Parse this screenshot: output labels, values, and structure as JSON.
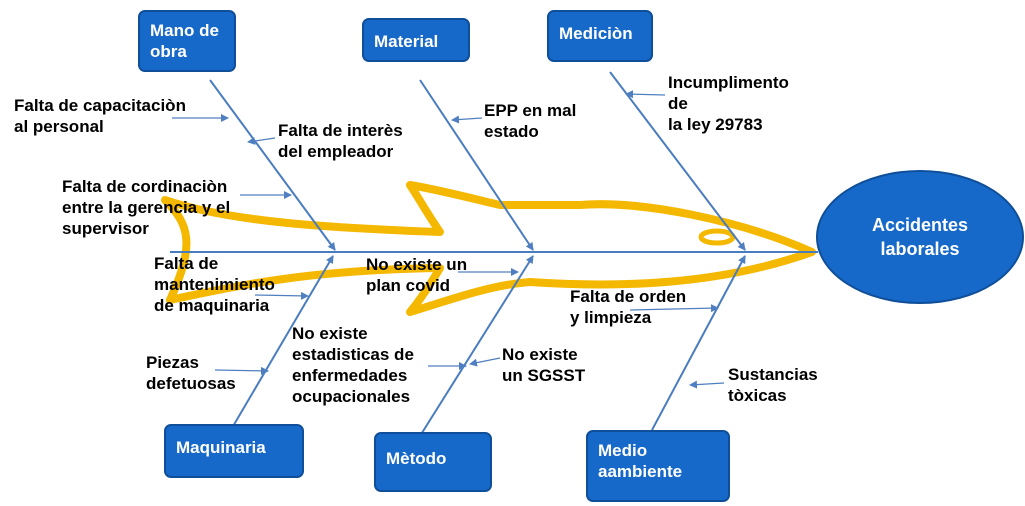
{
  "effect": "Accidentes\nlaborales",
  "categories": {
    "mano_de_obra": "Mano de\nobra",
    "material": "Material",
    "medicion": "Mediciòn",
    "maquinaria": "Maquinaria",
    "metodo": "Mètodo",
    "medio_ambiente": "Medio\naambiente"
  },
  "causes": {
    "mano_de_obra": [
      "Falta de capacitaciòn\nal personal",
      "Falta de interès\ndel empleador",
      "Falta de cordinaciòn\nentre la gerencia y el\nsupervisor"
    ],
    "material": [
      "EPP en mal\nestado"
    ],
    "medicion": [
      "Incumplimento\nde\nla ley 29783"
    ],
    "maquinaria": [
      "Falta de\nmantenimiento\nde maquinaria",
      "Piezas\ndefetuosas"
    ],
    "metodo": [
      "No existe un\nplan covid",
      "No existe\nestadisticas de\nenfermedades\nocupacionales",
      "No existe\nun SGSST"
    ],
    "medio_ambiente": [
      "Falta de orden\ny limpieza",
      "Sustancias\ntòxicas"
    ]
  },
  "colors": {
    "box_fill": "#1769c9",
    "fish_outline": "#f5b800",
    "bone": "#4a7cc0",
    "arrow": "#4f7fc0"
  }
}
